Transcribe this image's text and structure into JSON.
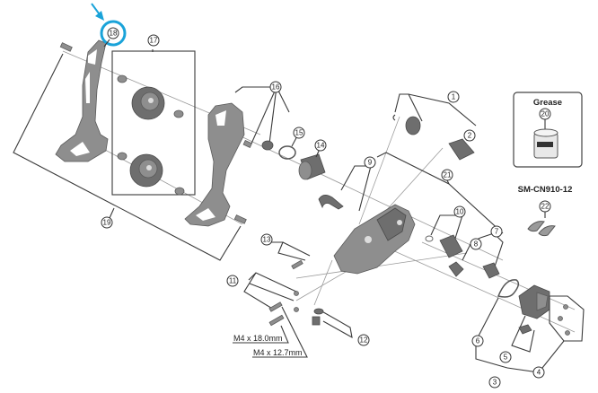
{
  "diagram": {
    "title": "Rear derailleur exploded parts diagram",
    "highlight": {
      "part_number": "18",
      "color": "#1aa3d9",
      "indicator": "arrow-pointing-to-circle"
    },
    "callouts": [
      {
        "id": "1",
        "label": "1"
      },
      {
        "id": "2",
        "label": "2"
      },
      {
        "id": "3",
        "label": "3"
      },
      {
        "id": "4",
        "label": "4"
      },
      {
        "id": "5",
        "label": "5"
      },
      {
        "id": "6",
        "label": "6"
      },
      {
        "id": "7",
        "label": "7"
      },
      {
        "id": "8",
        "label": "8"
      },
      {
        "id": "9",
        "label": "9"
      },
      {
        "id": "10",
        "label": "10"
      },
      {
        "id": "11",
        "label": "11"
      },
      {
        "id": "12",
        "label": "12"
      },
      {
        "id": "13",
        "label": "13"
      },
      {
        "id": "14",
        "label": "14"
      },
      {
        "id": "15",
        "label": "15"
      },
      {
        "id": "16",
        "label": "16"
      },
      {
        "id": "17",
        "label": "17"
      },
      {
        "id": "18",
        "label": "18"
      },
      {
        "id": "19",
        "label": "19"
      },
      {
        "id": "20",
        "label": "20"
      },
      {
        "id": "21",
        "label": "21"
      },
      {
        "id": "22",
        "label": "22"
      }
    ],
    "grease_box": {
      "title": "Grease",
      "part_number": "20"
    },
    "chain_link": {
      "model": "SM-CN910-12",
      "part_number": "22"
    },
    "bolt_labels": [
      "M4 x 18.0mm",
      "M4 x 12.7mm"
    ]
  }
}
